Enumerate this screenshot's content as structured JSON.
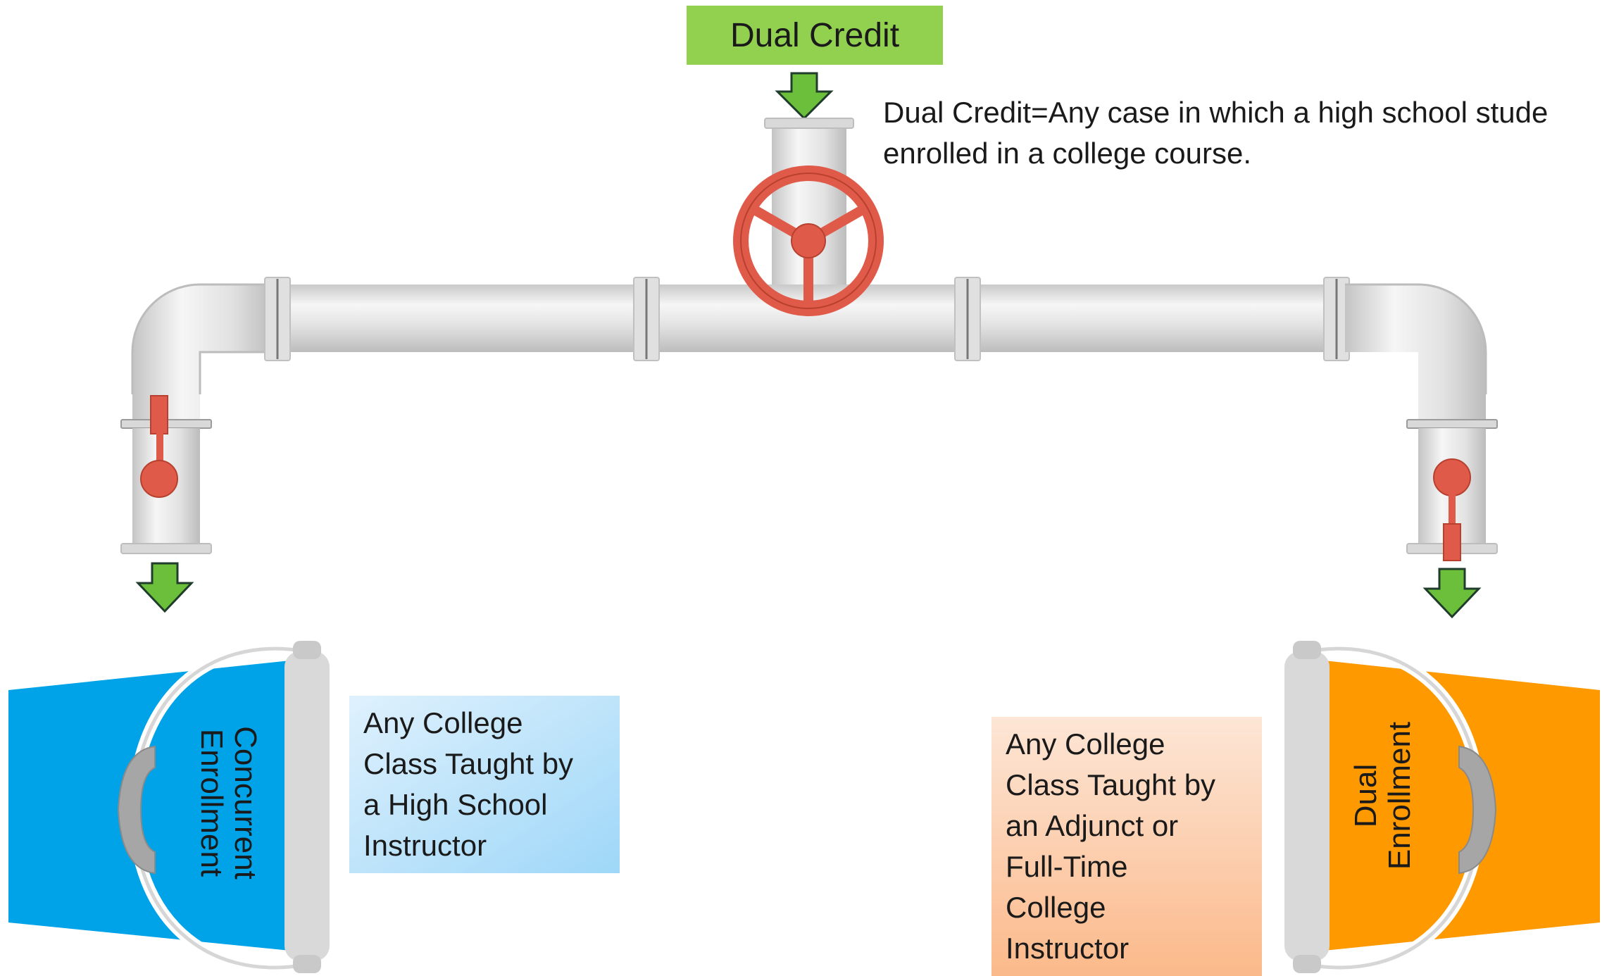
{
  "top_label": "Dual Credit",
  "definition": {
    "line1": "Dual Credit=Any case in which a high school stude",
    "line2": "enrolled in a college course."
  },
  "left_bucket": {
    "label_line1": "Concurrent",
    "label_line2": "Enrollment",
    "color": "#00a2e8",
    "note_lines": [
      "Any College",
      "Class Taught by",
      "a High School",
      "Instructor"
    ]
  },
  "right_bucket": {
    "label_line1": "Dual",
    "label_line2": "Enrollment",
    "color": "#ff9900",
    "note_lines": [
      "Any College",
      "Class Taught by",
      "an Adjunct or",
      "Full-Time",
      "College",
      "Instructor"
    ]
  },
  "colors": {
    "label_green": "#92d050",
    "arrow_green": "#6cbf3a",
    "valve_red": "#e05a4a",
    "pipe_gray": "#e6e6e6"
  }
}
